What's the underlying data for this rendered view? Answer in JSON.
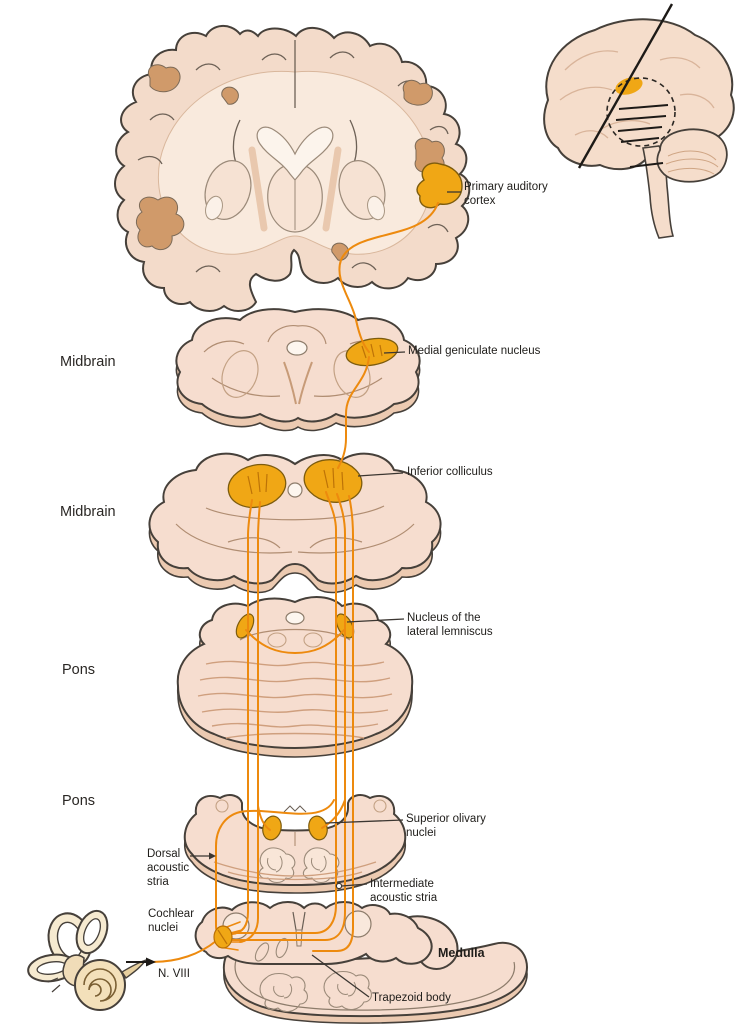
{
  "diagram": {
    "region_labels": {
      "midbrain_1": "Midbrain",
      "midbrain_2": "Midbrain",
      "pons_1": "Pons",
      "pons_2": "Pons",
      "medulla": "Medulla"
    },
    "structure_labels": {
      "primary_auditory_cortex": "Primary auditory\ncortex",
      "medial_geniculate_nucleus": "Medial geniculate nucleus",
      "inferior_colliculus": "Inferior colliculus",
      "nucleus_lateral_lemniscus": "Nucleus of the\nlateral lemniscus",
      "superior_olivary_nuclei": "Superior olivary\nnuclei",
      "dorsal_acoustic_stria": "Dorsal\nacoustic\nstria",
      "intermediate_acoustic_stria": "Intermediate\nacoustic stria",
      "cochlear_nuclei": "Cochlear\nnuclei",
      "n_viii": "N. VIII",
      "trapezoid_body": "Trapezoid body"
    },
    "colors": {
      "pathway_orange": "#ed8a0e",
      "nucleus_orange": "#f0a715",
      "tissue_light": "#f3dbca",
      "tissue_inner": "#f9eadd",
      "tissue_tan": "#d09a6a",
      "outline_dark": "#46403a",
      "label_text": "#1f1d1a"
    }
  }
}
